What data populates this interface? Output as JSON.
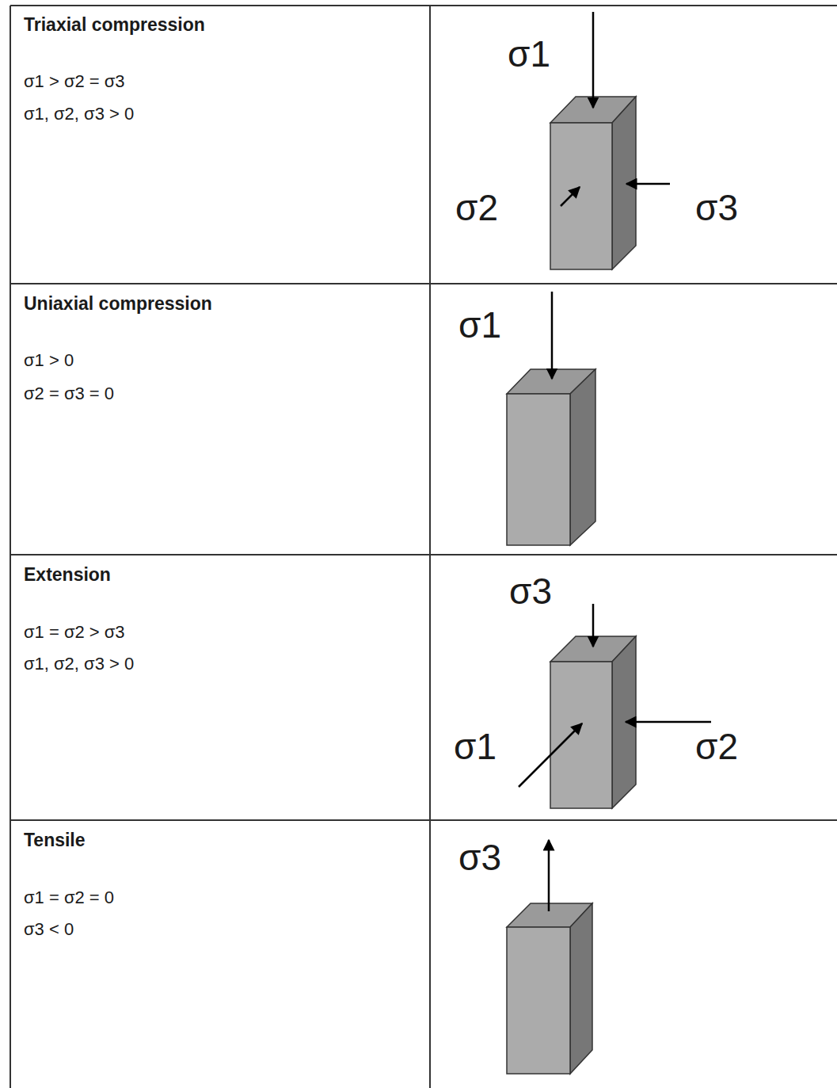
{
  "diagram": {
    "labels": [
      "Triaxial compression",
      "σ1 > σ2 = σ3",
      "σ1, σ2, σ3 > 0",
      "σ1",
      "σ2",
      "σ3",
      "Uniaxial compression",
      "σ1 > 0",
      "σ2 = σ3 = 0",
      "σ1",
      "Extension",
      "σ1 = σ2 > σ3",
      "σ1, σ2, σ3 > 0",
      "σ3",
      "σ1",
      "σ2",
      "Tensile",
      "σ1 = σ2 = 0",
      "σ3 < 0",
      "σ3"
    ]
  }
}
